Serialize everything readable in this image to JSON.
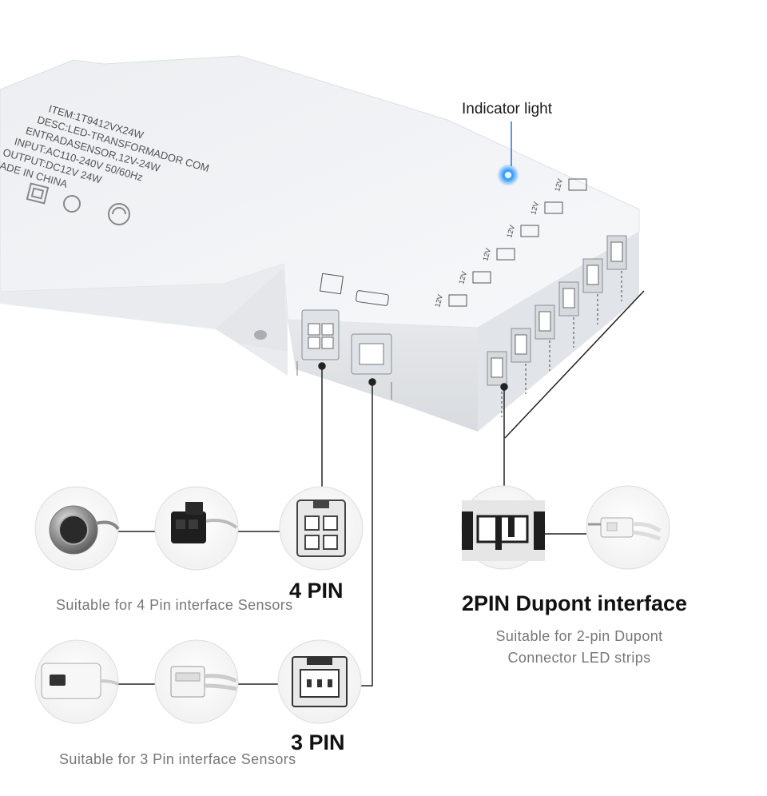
{
  "device_label": {
    "lines": [
      "ITEM:1T9412VX24W",
      "DESC:LED-TRANSFORMADOR COM",
      "ENTRADASENSOR,12V-24W",
      "INPUT:AC110-240V 50/60Hz",
      "OUTPUT:DC12V 24W",
      "MADE IN CHINA"
    ]
  },
  "port_labels": [
    "12V",
    "12V",
    "12V",
    "12V",
    "12V",
    "12V"
  ],
  "indicator_label": "Indicator light",
  "four_pin": {
    "title": "4 PIN",
    "subtitle": "Suitable for 4 Pin interface Sensors"
  },
  "three_pin": {
    "title": "3 PIN",
    "subtitle": "Suitable for 3 Pin interface Sensors"
  },
  "dupont": {
    "title": "2PIN Dupont interface",
    "subtitle_line1": "Suitable for 2-pin Dupont",
    "subtitle_line2": "Connector LED strips"
  },
  "colors": {
    "indicator": "#2f9bff",
    "device_body": "#f2f3f5",
    "connector": "#1e1e1e",
    "line": "#222222"
  }
}
